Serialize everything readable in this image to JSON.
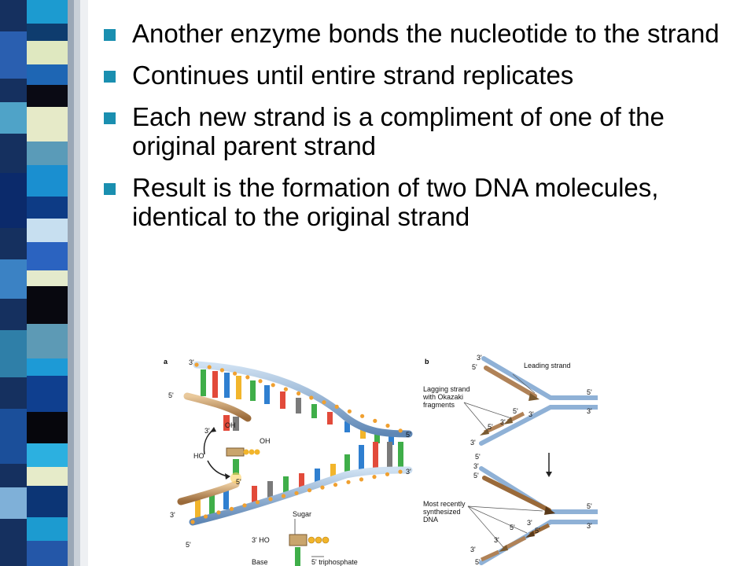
{
  "bullets": [
    "Another enzyme bonds the nucleotide to the strand",
    "Continues until entire strand replicates",
    "Each new strand is a compliment of one of the original parent strand",
    "Result is the formation of two DNA molecules, identical to the original strand"
  ],
  "figure": {
    "panel_a": {
      "letter": "a",
      "labels": {
        "top_left_3": "3'",
        "upper_5": "5'",
        "right_top_5": "5'",
        "mid_3": "3'",
        "oh1": "OH",
        "oh2": "OH",
        "ho": "HO",
        "lower_5": "5'",
        "right_bottom_3": "3'",
        "bottom_left_3": "3'",
        "bottom_left_5": "5'",
        "sugar": "Sugar",
        "three_ho": "3' HO",
        "base": "Base",
        "triphosphate": "5' triphosphate"
      }
    },
    "panel_b": {
      "letter": "b",
      "labels": {
        "leading_strand": "Leading strand",
        "lagging_l1": "Lagging strand",
        "lagging_l2": "with Okazaki",
        "lagging_l3": "fragments",
        "recent_l1": "Most recently",
        "recent_l2": "synthesized",
        "recent_l3": "DNA",
        "top_3": "3'",
        "top_5": "5'",
        "right_5_top": "5'",
        "right_3_top": "3'",
        "frag_5": "5'",
        "frag_3a": "3'",
        "frag_3b": "3'",
        "frag_5b": "5'",
        "left_3": "3'",
        "left_5": "5'",
        "lower_top_3": "3'",
        "lower_top_5": "5'",
        "right_5_bot": "5'",
        "right_3_bot": "3'",
        "low_3a": "3'",
        "low_5a": "5'",
        "low_3b": "3'",
        "low_5b": "5'",
        "bottom_3": "3'",
        "bottom_5": "5'"
      }
    }
  }
}
